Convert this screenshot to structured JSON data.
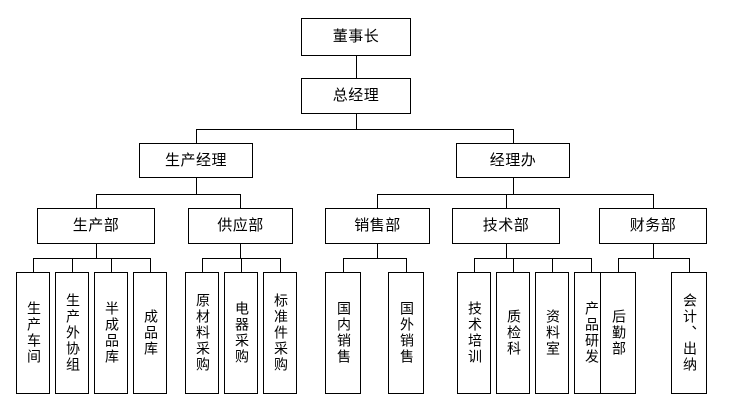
{
  "chart_data": {
    "type": "diagram",
    "title": "",
    "orientation": "top-down",
    "levels": [
      {
        "level": 1,
        "nodes": [
          {
            "id": "chairman",
            "label": "董事长"
          }
        ]
      },
      {
        "level": 2,
        "nodes": [
          {
            "id": "general-manager",
            "label": "总经理"
          }
        ]
      },
      {
        "level": 3,
        "nodes": [
          {
            "id": "production-manager",
            "label": "生产经理"
          },
          {
            "id": "manager-office",
            "label": "经理办"
          }
        ]
      },
      {
        "level": 4,
        "nodes": [
          {
            "id": "production-dept",
            "label": "生产部"
          },
          {
            "id": "supply-dept",
            "label": "供应部"
          },
          {
            "id": "sales-dept",
            "label": "销售部"
          },
          {
            "id": "technical-dept",
            "label": "技术部"
          },
          {
            "id": "finance-dept",
            "label": "财务部"
          }
        ]
      },
      {
        "level": 5,
        "nodes": [
          {
            "id": "production-workshop",
            "label": "生产车间",
            "parent": "production-dept"
          },
          {
            "id": "production-outsourcing-group",
            "label": "生产外协组",
            "parent": "production-dept"
          },
          {
            "id": "semi-finished-warehouse",
            "label": "半成品库",
            "parent": "production-dept"
          },
          {
            "id": "finished-warehouse",
            "label": "成品库",
            "parent": "production-dept"
          },
          {
            "id": "raw-material-purchasing",
            "label": "原材料采购",
            "parent": "supply-dept"
          },
          {
            "id": "electrical-purchasing",
            "label": "电器采购",
            "parent": "supply-dept"
          },
          {
            "id": "standard-parts-purchasing",
            "label": "标准件采购",
            "parent": "supply-dept"
          },
          {
            "id": "domestic-sales",
            "label": "国内销售",
            "parent": "sales-dept"
          },
          {
            "id": "overseas-sales",
            "label": "国外销售",
            "parent": "sales-dept"
          },
          {
            "id": "technical-training",
            "label": "技术培训",
            "parent": "technical-dept"
          },
          {
            "id": "quality-inspection",
            "label": "质检科",
            "parent": "technical-dept"
          },
          {
            "id": "archives-room",
            "label": "资料室",
            "parent": "technical-dept"
          },
          {
            "id": "product-rnd",
            "label": "产品研发",
            "parent": "technical-dept"
          },
          {
            "id": "logistics-dept",
            "label": "后勤部",
            "parent": "finance-dept"
          },
          {
            "id": "accounting-cashier",
            "label": "会计、出纳",
            "parent": "finance-dept"
          }
        ]
      }
    ],
    "colors": {
      "stroke": "#000000",
      "fill": "#ffffff",
      "text": "#000000"
    }
  }
}
